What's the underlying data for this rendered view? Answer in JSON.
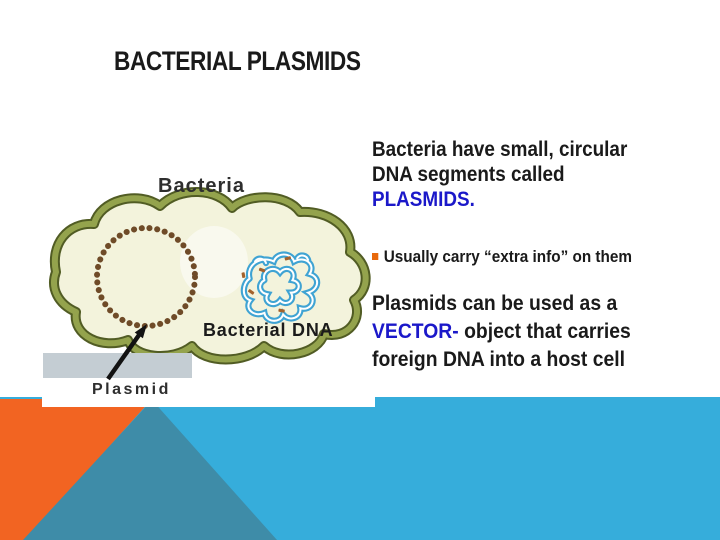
{
  "slide": {
    "title": "BACTERIAL PLASMIDS",
    "para1": {
      "line1": "Bacteria have small, circular",
      "line2": "DNA segments called",
      "highlight": "PLASMIDS."
    },
    "bullet": {
      "text": "Usually carry “extra info” on them"
    },
    "para2": {
      "line1": "Plasmids can be used as a",
      "highlight": "VECTOR-",
      "line2_rest": " object that carries",
      "line3": "foreign DNA into a host cell"
    },
    "diagram": {
      "label_bacteria": "Bacteria",
      "label_dna": "Bacterial DNA",
      "label_plasmid": "Plasmid"
    },
    "colors": {
      "highlight_blue": "#1b18c9",
      "bullet_orange": "#e8690b",
      "shape_cyan": "#36addb",
      "shape_orange": "#f26422",
      "shape_steel_teal": "#3e8ca8",
      "cell_membrane_olive": "#94a34d",
      "cell_outline_dark": "#515c24",
      "cell_interior_cream": "#f3f3dc",
      "plasmid_bead_brown": "#6f4b28",
      "dna_strand_blue": "#3fa3d3",
      "gray_box": "#c4cdd3",
      "text_black": "#1a1a1a"
    }
  }
}
